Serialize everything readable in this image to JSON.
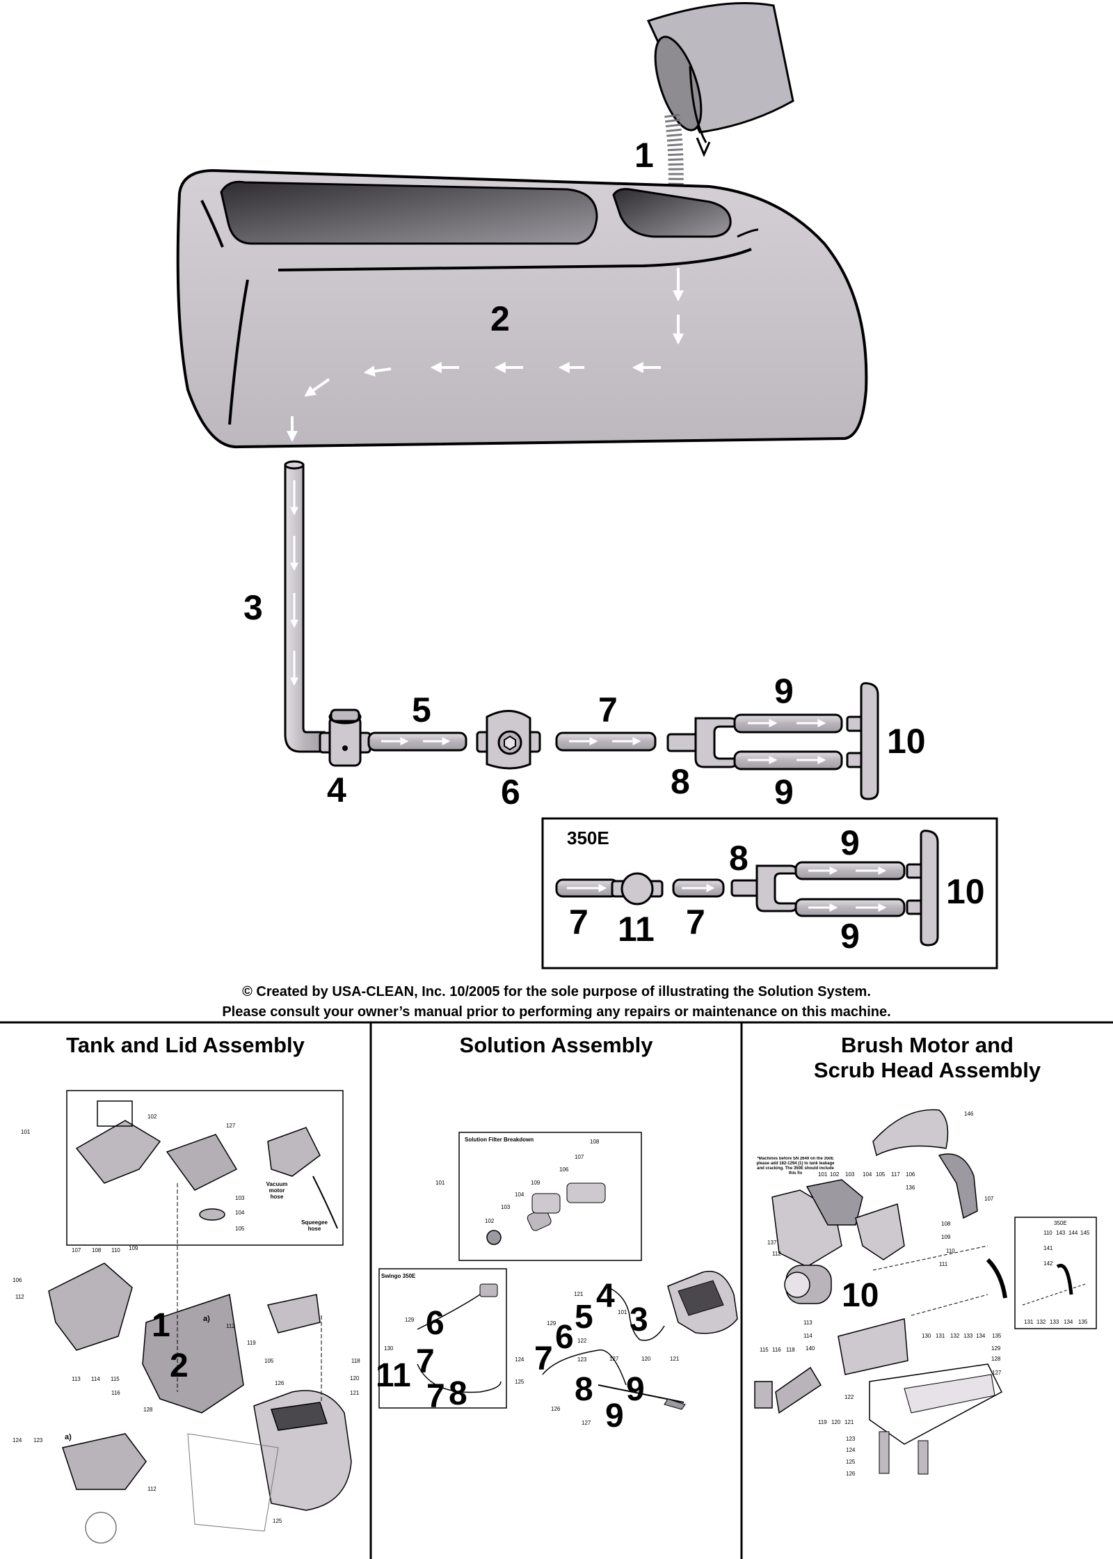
{
  "flow": {
    "labels": {
      "bucket": "1",
      "tank": "2",
      "tube_down": "3",
      "filter": "4",
      "hose_a": "5",
      "pump": "6",
      "hose_b": "7",
      "tee": "8",
      "branch_top": "9",
      "branch_bottom": "9",
      "spray_bar": "10"
    }
  },
  "inset": {
    "title": "350E",
    "labels": {
      "hose_left": "7",
      "valve": "11",
      "hose_right": "7",
      "tee": "8",
      "branch_top": "9",
      "branch_bottom": "9",
      "spray_bar": "10"
    }
  },
  "caption": {
    "line1": "© Created by USA-CLEAN, Inc. 10/2005 for the sole purpose of illustrating the Solution System.",
    "line2": "Please consult your owner’s manual prior to performing any repairs or maintenance on this machine."
  },
  "panels": {
    "tank_lid": {
      "title": "Tank and Lid Assembly",
      "big_labels": [
        "1",
        "2"
      ],
      "sub_label": "a)",
      "parts": [
        "101",
        "102",
        "127",
        "103",
        "104",
        "105",
        "107",
        "108",
        "110",
        "109",
        "106",
        "112",
        "113",
        "114",
        "115",
        "116",
        "112",
        "119",
        "105",
        "126",
        "118",
        "120",
        "121",
        "128",
        "124",
        "123",
        "112",
        "125"
      ],
      "notes": {
        "vacuum": "Vacuum motor hose",
        "squeegee": "Squeegee hose"
      }
    },
    "solution": {
      "title": "Solution Assembly",
      "filter_box_title": "Solution Filter Breakdown",
      "swingo_box_title": "Swingo 350E",
      "filter_parts": [
        "108",
        "107",
        "106",
        "101",
        "109",
        "104",
        "103",
        "102"
      ],
      "swingo_labels": [
        "6",
        "11",
        "7",
        "7",
        "8"
      ],
      "swingo_parts": [
        "129",
        "130"
      ],
      "main_labels": [
        "4",
        "5",
        "3",
        "6",
        "7",
        "8",
        "9",
        "9"
      ],
      "main_parts": [
        "121",
        "101",
        "129",
        "122",
        "123",
        "124",
        "125",
        "126",
        "127",
        "127",
        "120",
        "121"
      ]
    },
    "brush": {
      "title_line1": "Brush Motor and",
      "title_line2": "Scrub Head Assembly",
      "big_label": "10",
      "note": "*Machines before SN 2649 on the 350E please add 182-1294 (1) to tank leakage and cracking. The 350E should include this fix",
      "side_box_title": "350E",
      "parts": [
        "146",
        "101",
        "102",
        "103",
        "104",
        "105",
        "117",
        "106",
        "136",
        "107",
        "108",
        "109",
        "110",
        "111",
        "137",
        "112",
        "113",
        "114",
        "130",
        "131",
        "132",
        "133",
        "134",
        "135",
        "115",
        "116",
        "118",
        "140",
        "119",
        "120",
        "121",
        "122",
        "123",
        "124",
        "125",
        "126",
        "127",
        "128",
        "129"
      ],
      "side_parts": [
        "110",
        "143",
        "144",
        "145",
        "141",
        "142",
        "131",
        "132",
        "133",
        "134",
        "135"
      ]
    }
  },
  "colors": {
    "tank_fill": "#c4c0c6",
    "tank_dark": "#4a484c",
    "part_fill": "#cdc9cf",
    "line": "#000000",
    "arrow": "#ffffff"
  }
}
